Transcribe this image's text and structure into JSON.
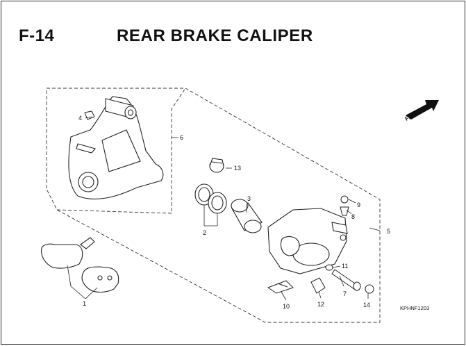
{
  "header": {
    "section_code": "F-14",
    "title": "REAR BRAKE CALIPER"
  },
  "direction_indicator": {
    "label": "FR."
  },
  "callouts": [
    "1",
    "2",
    "3",
    "4",
    "5",
    "6",
    "7",
    "8",
    "9",
    "10",
    "11",
    "12",
    "13",
    "14"
  ],
  "diagram_code": "KPHNF1203",
  "colors": {
    "line": "#222222",
    "fill": "#ffffff",
    "shade": "#9a9a9a"
  }
}
